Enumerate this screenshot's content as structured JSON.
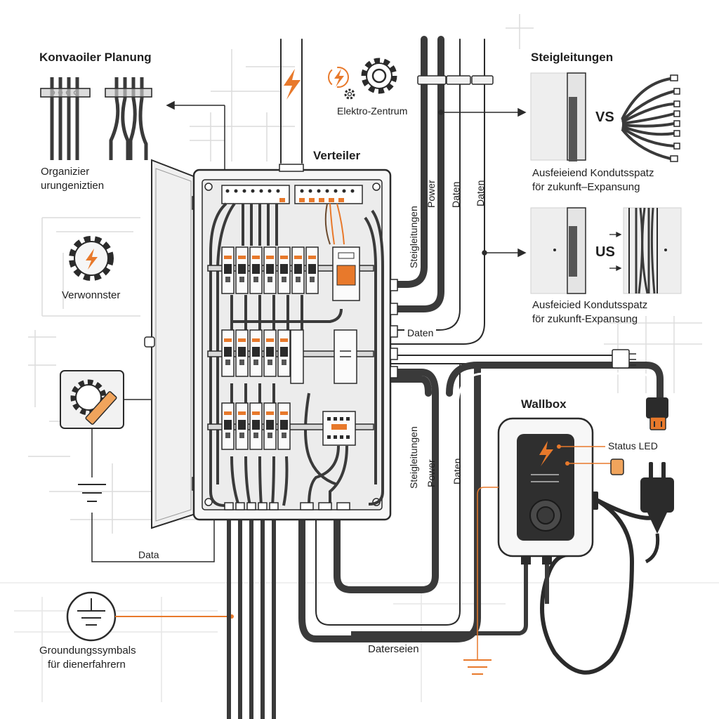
{
  "labels": {
    "konvaoiler": "Konvaoiler Planung",
    "organizier_1": "Organizier",
    "organizier_2": "urungeniztien",
    "elektro_zentrum": "Elektro-Zentrum",
    "verteiler": "Verteiler",
    "steigleitungen_title": "Steigleitungen",
    "vs": "VS",
    "us": "US",
    "ausfeiend_1a": "Ausfeieiend Kondutsspatz",
    "ausfeiend_1b": "för zukunft–Expansung",
    "ausfeiend_2a": "Ausfeicied Kondutsspatz",
    "ausfeiend_2b": "för zukunft-Expansung",
    "verwonnster": "Verwonnster",
    "data": "Data",
    "groundung_1": "Groundungssymbals",
    "groundung_2": "für dienerfahrern",
    "daterseien": "Daterseien",
    "wallbox": "Wallbox",
    "status_led": "Status LED",
    "daten_h": "Daten",
    "riser_steig_top": "Steigleitungen",
    "riser_power_top": "Power",
    "riser_daten_top": "Daten",
    "riser_daten2_top": "Daten",
    "riser_steig_bottom": "Steigleitungen",
    "riser_power_bottom": "Power",
    "riser_daten_bottom": "Daten"
  },
  "colors": {
    "accent_orange": "#e8792b",
    "cable_dark": "#3a3a3a",
    "outline": "#2b2b2b",
    "panel_fill": "#f4f4f4",
    "light_line": "#d4d4d4"
  },
  "icons": [
    "lightning-icon",
    "gear-icon",
    "gear-lightning-icon",
    "gear-ruler-icon",
    "ground-symbol-icon",
    "ethernet-plug-icon",
    "power-plug-icon",
    "orange-plug-icon"
  ]
}
